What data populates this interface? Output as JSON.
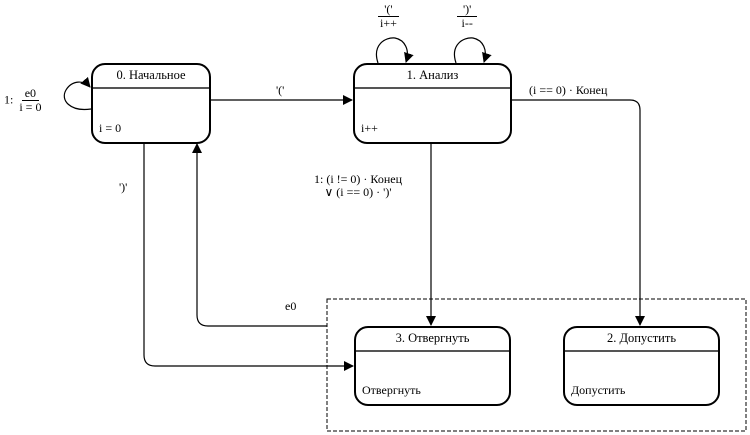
{
  "diagram": {
    "type": "state-machine",
    "states": [
      {
        "id": "s0",
        "title": "0. Начальное",
        "action": "i = 0"
      },
      {
        "id": "s1",
        "title": "1. Анализ",
        "action": "i++"
      },
      {
        "id": "s3",
        "title": "3. Отвергнуть",
        "action": "Отвергнуть"
      },
      {
        "id": "s2",
        "title": "2. Допустить",
        "action": "Допустить"
      }
    ],
    "transitions": {
      "s0_self": {
        "prefix": "1:",
        "event": "e0",
        "action": "i = 0"
      },
      "s0_to_s1": {
        "label": "'('"
      },
      "s1_self_open": {
        "event": "'('",
        "action": "i++"
      },
      "s1_self_close": {
        "event": "')'",
        "action": "i--"
      },
      "s1_to_s2": {
        "label": "(i == 0) · Конец"
      },
      "s1_to_s3": {
        "line1": "1: (i != 0) · Конец",
        "line2": "∨ (i == 0) · ')'"
      },
      "s0_to_s3": {
        "label": "')'"
      },
      "group_to_s0": {
        "label": "e0"
      }
    }
  }
}
